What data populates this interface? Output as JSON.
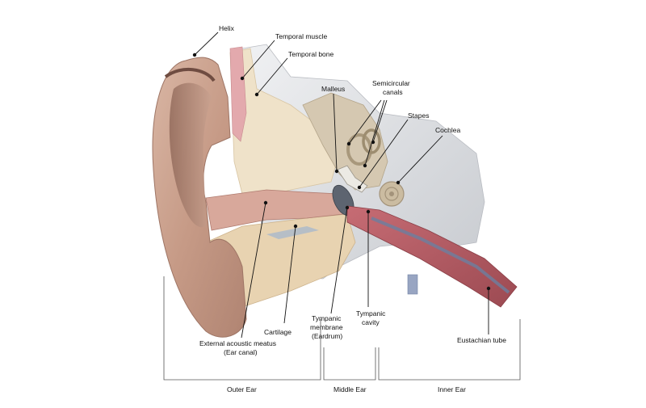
{
  "labels": {
    "helix": "Helix",
    "temporal_muscle": "Temporal muscle",
    "temporal_bone": "Temporal bone",
    "malleus": "Malleus",
    "semicircular_canals_1": "Semicircular",
    "semicircular_canals_2": "canals",
    "stapes": "Stapes",
    "cochlea": "Cochlea",
    "eustachian_tube": "Eustachian tube",
    "tympanic_cavity_1": "Tympanic",
    "tympanic_cavity_2": "cavity",
    "tympanic_membrane_1": "Tympanic",
    "tympanic_membrane_2": "membrane",
    "tympanic_membrane_3": "(Eardrum)",
    "cartilage": "Cartilage",
    "external_meatus_1": "External acoustic meatus",
    "external_meatus_2": "(Ear canal)"
  },
  "regions": {
    "outer_ear": "Outer Ear",
    "middle_ear": "Middle Ear",
    "inner_ear": "Inner Ear"
  }
}
